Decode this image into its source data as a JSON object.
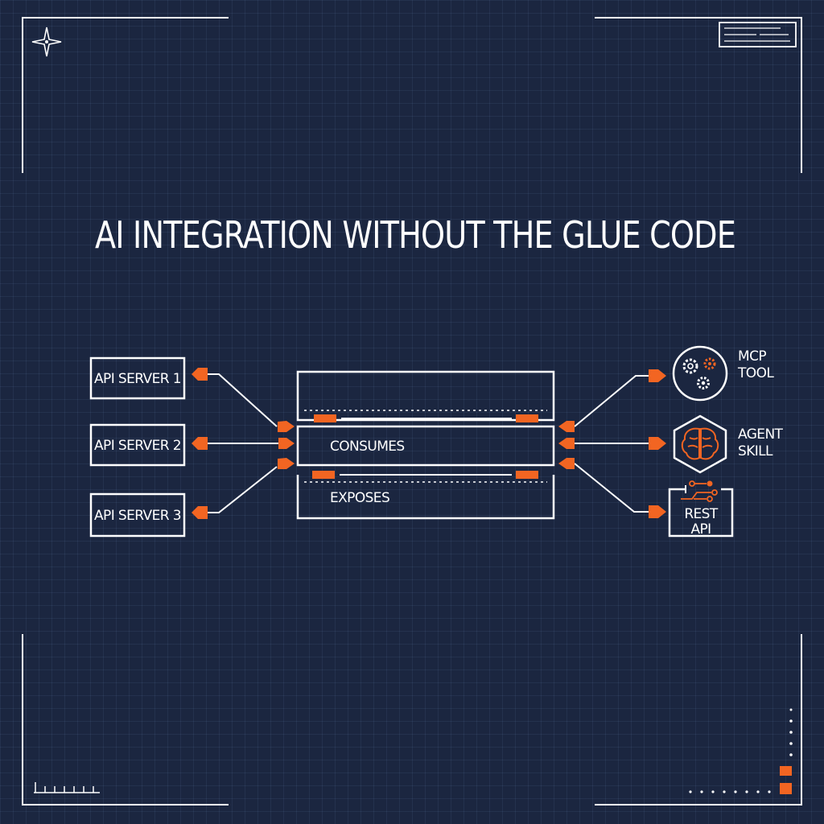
{
  "title": "AI INTEGRATION WITHOUT THE GLUE CODE",
  "left_nodes": [
    {
      "label": "API SERVER 1"
    },
    {
      "label": "API SERVER 2"
    },
    {
      "label": "API SERVER 3"
    }
  ],
  "hub": {
    "consumes_label": "CONSUMES",
    "exposes_label": "EXPOSES"
  },
  "right_nodes": [
    {
      "line1": "MCP",
      "line2": "TOOL",
      "icon": "gears-icon"
    },
    {
      "line1": "AGENT",
      "line2": "SKILL",
      "icon": "brain-icon"
    },
    {
      "line1": "REST",
      "line2": "API",
      "icon": "circuit-icon"
    }
  ],
  "colors": {
    "background": "#1b2640",
    "accent": "#f26522",
    "line": "#ffffff"
  }
}
